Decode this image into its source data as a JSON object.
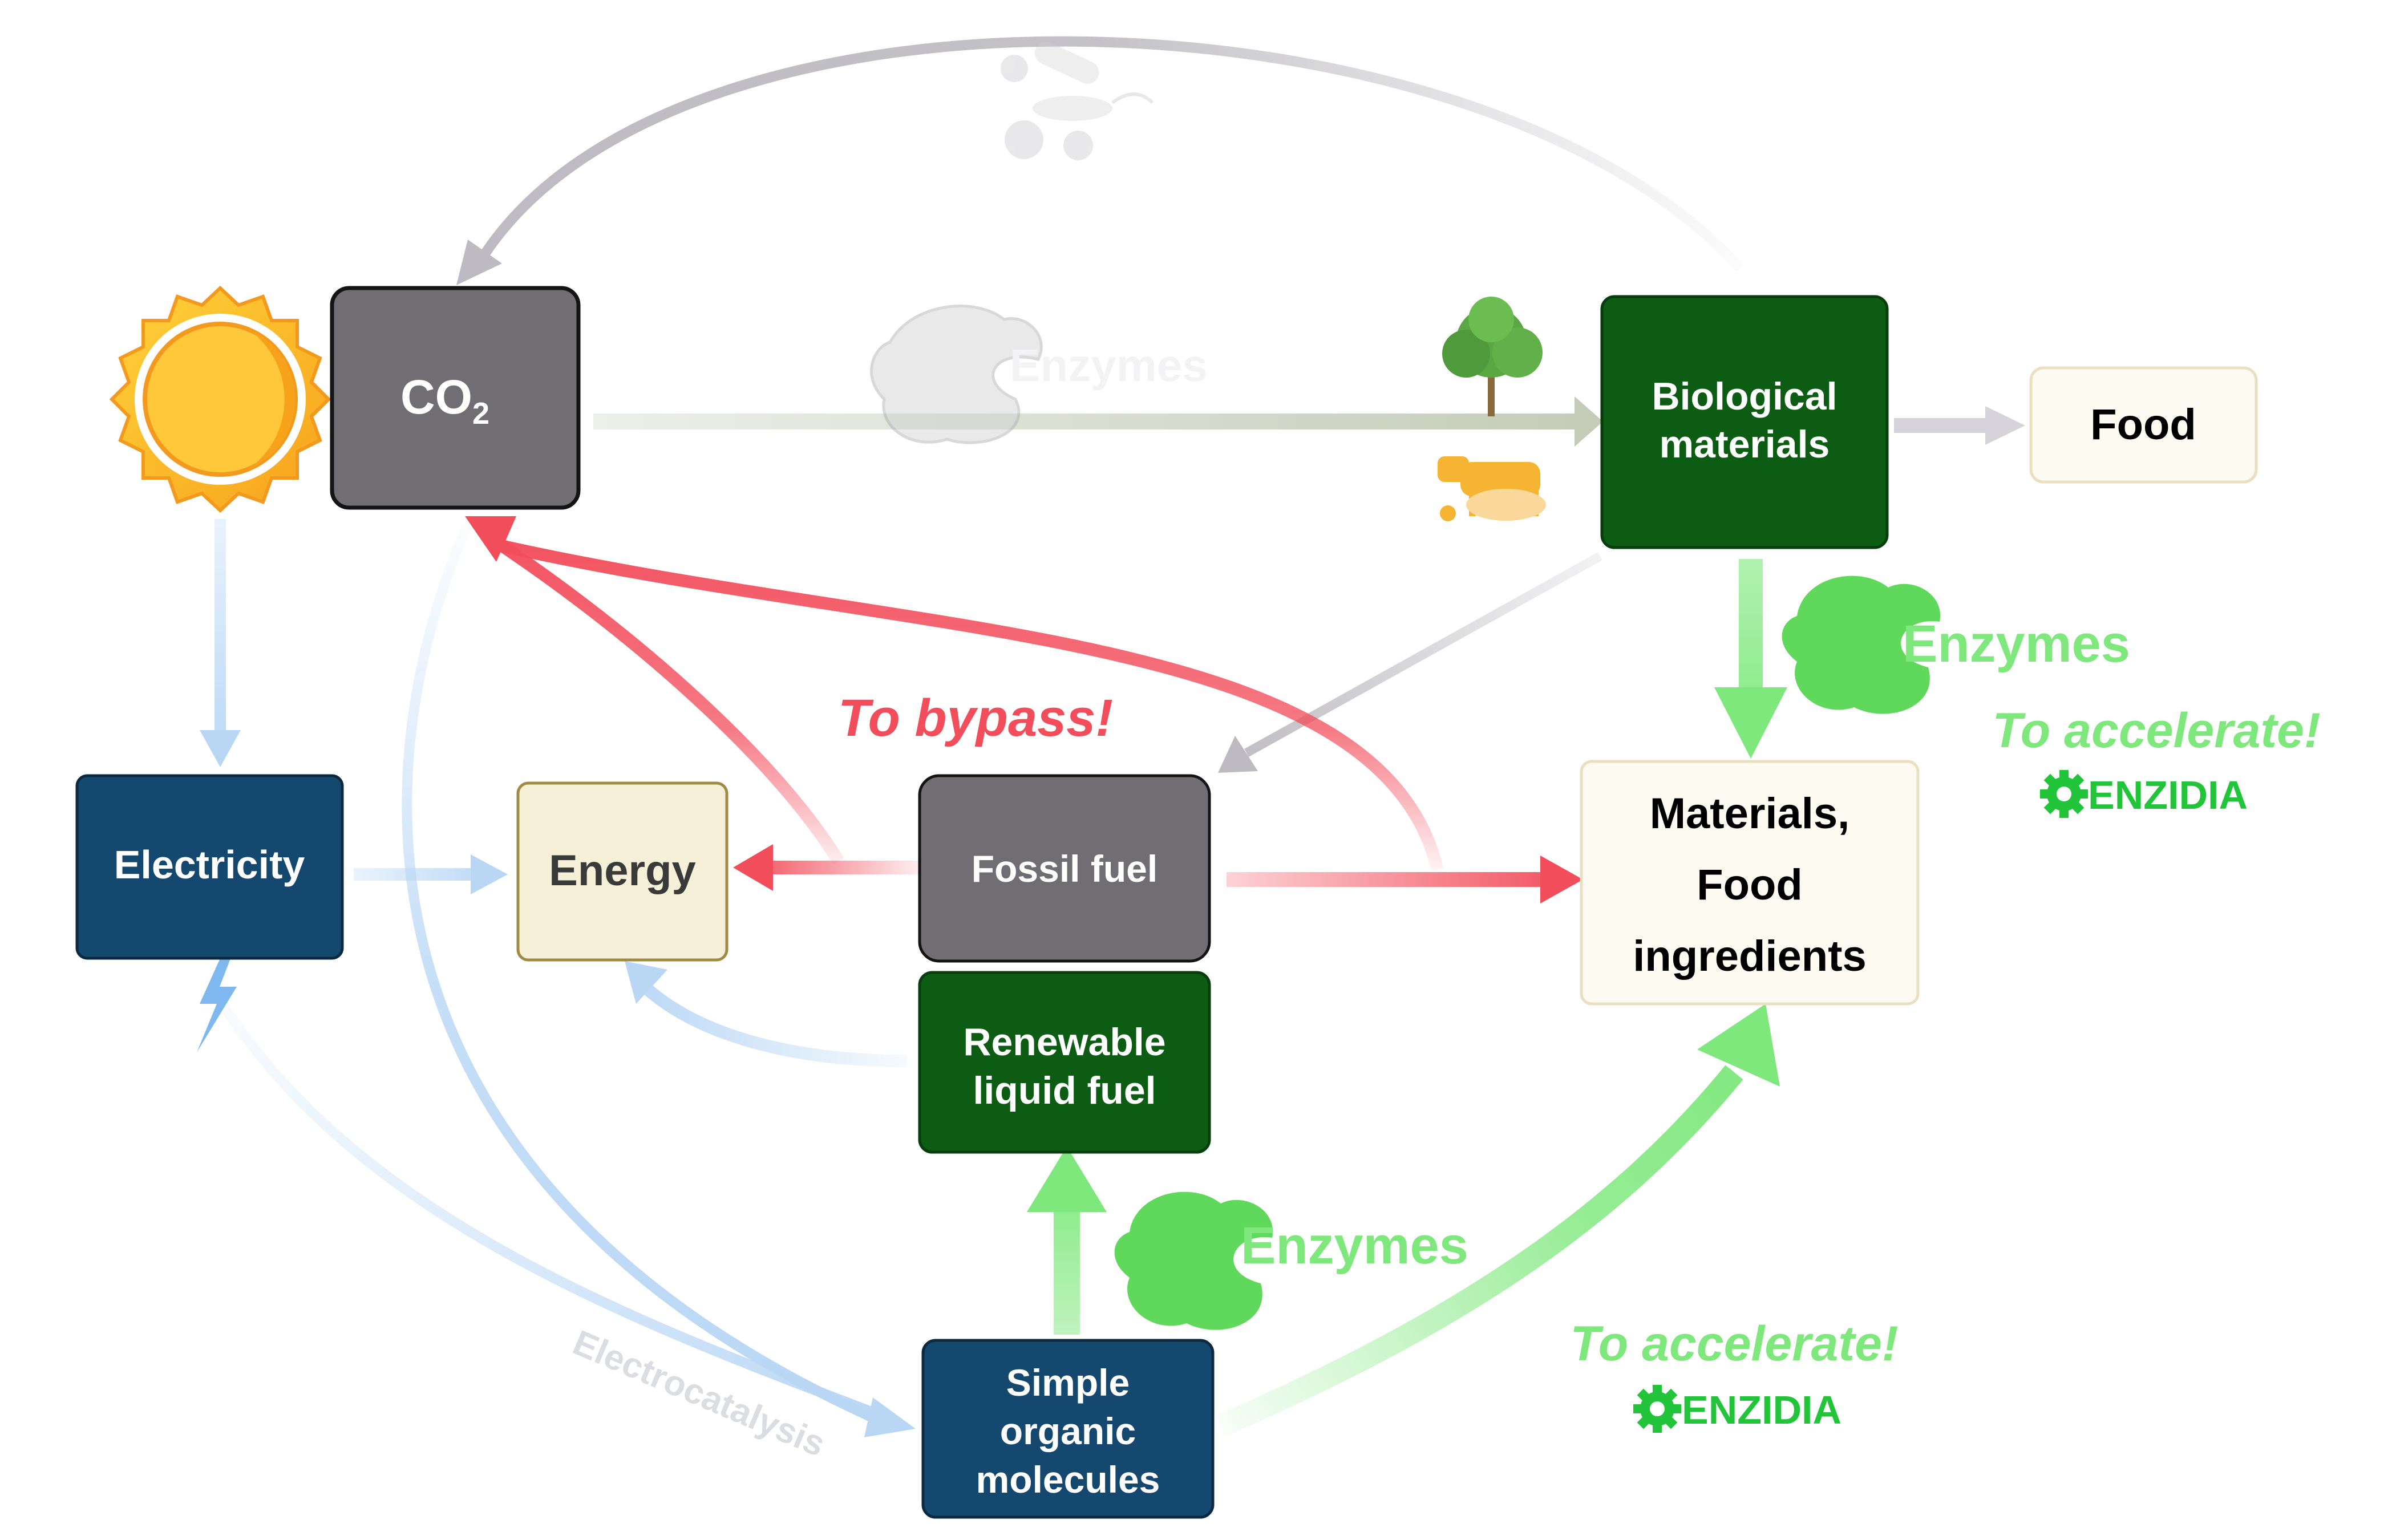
{
  "colors": {
    "dark_blue": "#15486e",
    "dark_green": "#0c5c14",
    "gray_box": "#706e73",
    "cream": "#fdfaf1",
    "beige": "#f7f0d9",
    "red": "#f24d5b",
    "green": "#7ee87c",
    "light_blue": "#b9d7f5",
    "gray_arrow": "#bdbbc1",
    "sage_arrow": "#c4ccb8"
  },
  "nodes": {
    "co2": {
      "base": "CO",
      "subscript": "2"
    },
    "biological": {
      "line1": "Biological",
      "line2": "materials"
    },
    "food": {
      "label": "Food"
    },
    "electricity": {
      "label": "Electricity"
    },
    "energy": {
      "label": "Energy"
    },
    "fossil": {
      "label": "Fossil fuel"
    },
    "materials": {
      "line1": "Materials,",
      "line2": "Food",
      "line3": "ingredients"
    },
    "renewable": {
      "line1": "Renewable",
      "line2": "liquid fuel"
    },
    "simple": {
      "line1": "Simple",
      "line2": "organic",
      "line3": "molecules"
    }
  },
  "annotations": {
    "bypass": "To bypass!",
    "enzymes_top": "Enzymes",
    "enzymes_bottom": "Enzymes",
    "accelerate_top": "To accelerate!",
    "accelerate_bottom": "To accelerate!",
    "brand_top": "ENZIDIA",
    "brand_bottom": "ENZIDIA",
    "faded_label": "Enzymes",
    "electrocatalysis": "Electrocatalysis"
  },
  "icons": [
    "sun-icon",
    "lightning-icon",
    "tree-icon",
    "cow-icon",
    "enzyme-icon",
    "microbes-icon",
    "gear-logo-icon"
  ]
}
